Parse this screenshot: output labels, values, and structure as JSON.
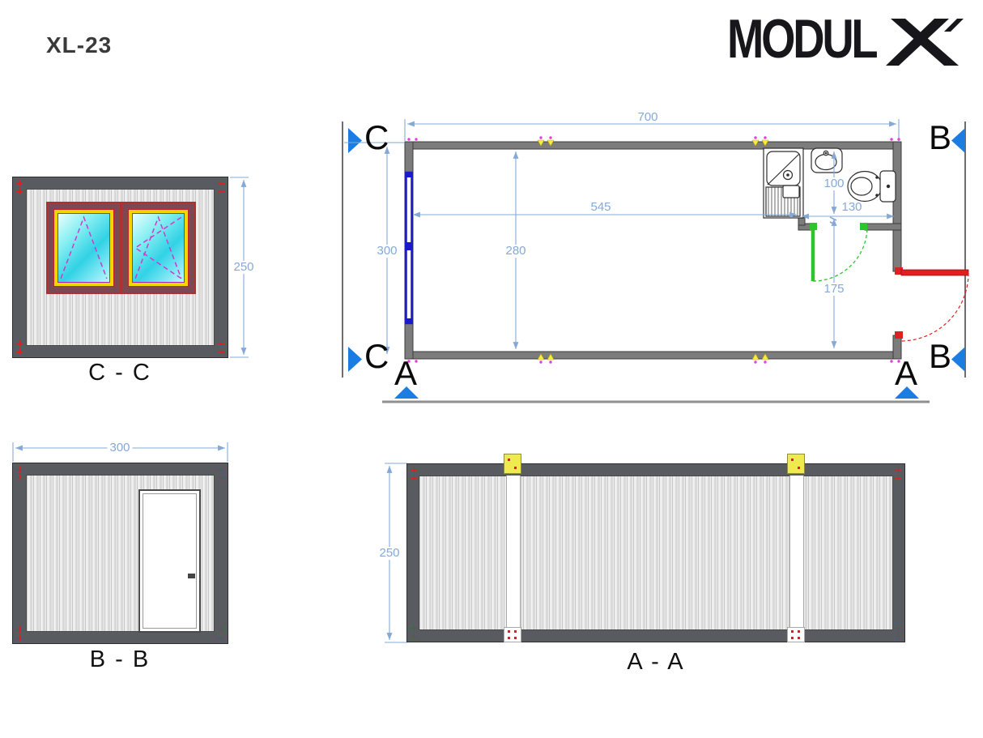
{
  "header": {
    "model": "XL-23",
    "brand": "MODUL",
    "brand_x": "X"
  },
  "plan": {
    "markers": {
      "a": "A",
      "b": "B",
      "c": "C"
    },
    "dims": {
      "d700": "700",
      "d545": "545",
      "d300": "300",
      "d280": "280",
      "d100": "100",
      "d130": "130",
      "d175": "175"
    }
  },
  "views": {
    "cc": {
      "label": "C - C",
      "dim": "250"
    },
    "bb": {
      "label": "B - B",
      "dim": "300"
    },
    "aa": {
      "label": "A - A",
      "dim": "250"
    }
  },
  "colors": {
    "dimension": "#84a9d6",
    "marker_triangle": "#1b7ce2",
    "window_plan": "#1a1acc",
    "door_interior": "#2ec42e",
    "door_entrance": "#e02020",
    "frame_gray": "#585c61",
    "window_frame_maroon": "#7d4852",
    "window_frame_yellow": "#f2d600",
    "glass_cyan": "#31d2e6",
    "connector_yellow": "#eeea50",
    "mark_red": "#d22222",
    "mark_magenta": "#e23ee2"
  }
}
